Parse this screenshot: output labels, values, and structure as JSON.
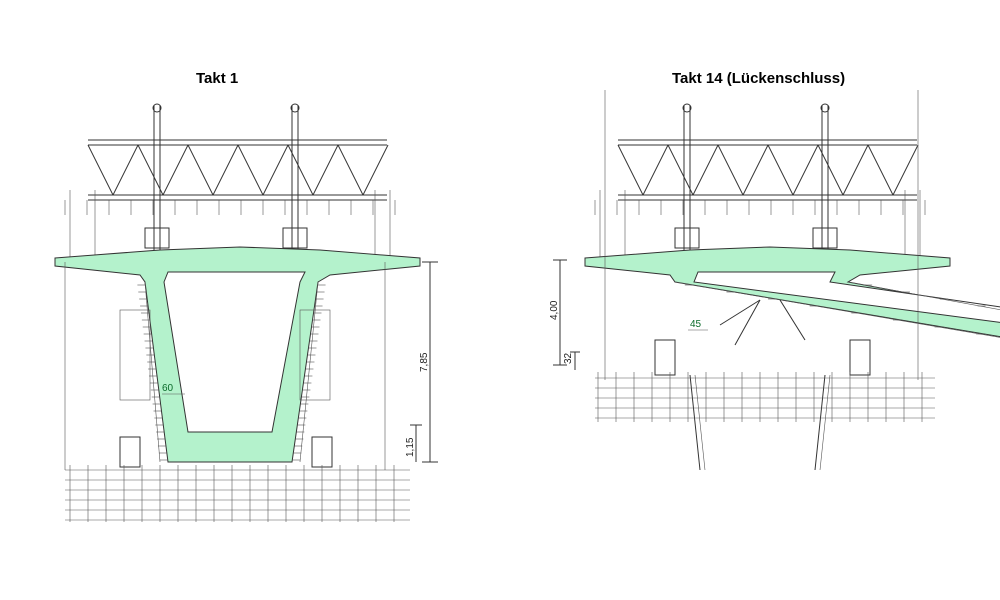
{
  "left_section": {
    "title": "Takt 1",
    "dims": {
      "height_total": "7,85",
      "bottom_slab": "1,15",
      "web_thickness": "60"
    }
  },
  "right_section": {
    "title": "Takt 14 (Lückenschluss)",
    "dims": {
      "height": "4,00",
      "bottom_slab": "32",
      "web_thickness": "45"
    }
  },
  "colors": {
    "concrete": "#b4f2cc",
    "line": "#333333"
  }
}
